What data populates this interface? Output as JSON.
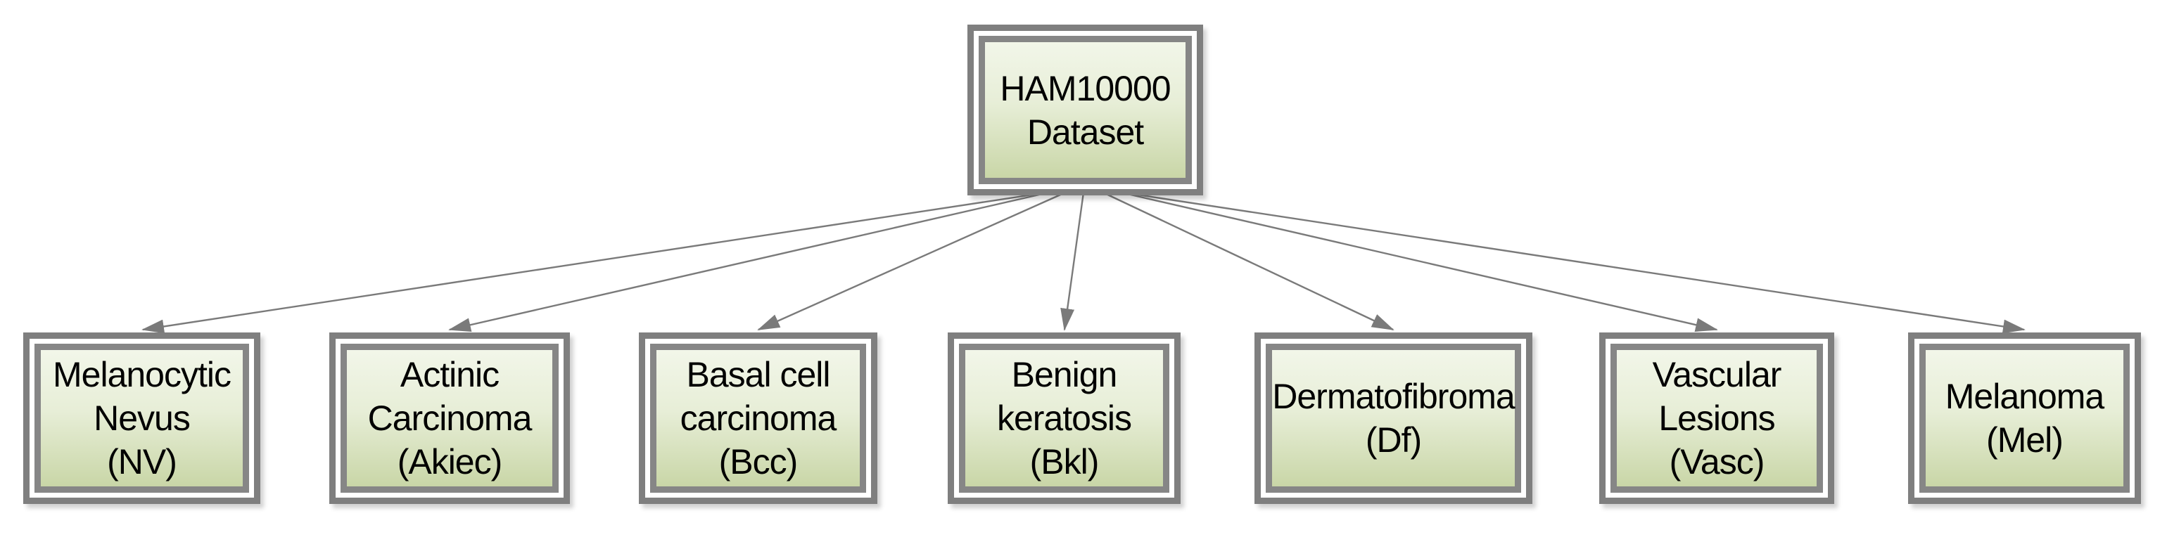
{
  "diagram": {
    "type": "tree",
    "root": {
      "id": "ham10000-dataset",
      "label": "HAM10000\nDataset"
    },
    "children": [
      {
        "id": "melanocytic-nevus",
        "label": "Melanocytic\nNevus\n(NV)",
        "abbreviation": "NV"
      },
      {
        "id": "actinic-carcinoma",
        "label": "Actinic\nCarcinoma\n(Akiec)",
        "abbreviation": "Akiec"
      },
      {
        "id": "basal-cell-carcinoma",
        "label": "Basal cell\ncarcinoma\n(Bcc)",
        "abbreviation": "Bcc"
      },
      {
        "id": "benign-keratosis",
        "label": "Benign\nkeratosis\n(Bkl)",
        "abbreviation": "Bkl"
      },
      {
        "id": "dermatofibroma",
        "label": "Dermatofibroma\n(Df)",
        "abbreviation": "Df"
      },
      {
        "id": "vascular-lesions",
        "label": "Vascular\nLesions\n(Vasc)",
        "abbreviation": "Vasc"
      },
      {
        "id": "melanoma",
        "label": "Melanoma\n(Mel)",
        "abbreviation": "Mel"
      }
    ],
    "colors": {
      "background": "#ffffff",
      "node_border": "#7f7f7f",
      "node_gap_ring": "#ffffff",
      "node_fill_top": "#f2f6e9",
      "node_fill_bottom": "#c9d6a7",
      "connector": "#7a7a7a",
      "text": "#000000"
    }
  }
}
